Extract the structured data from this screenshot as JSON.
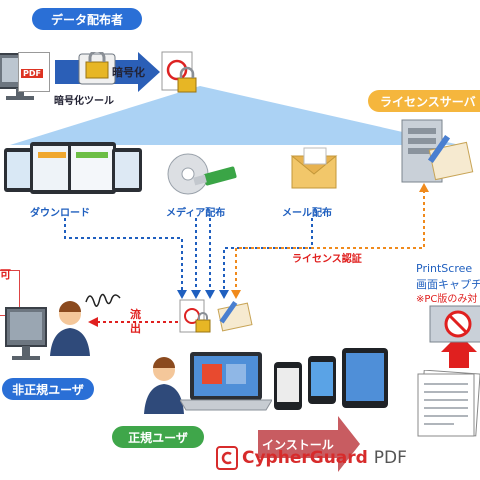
{
  "publisher": {
    "title": "データ配布者",
    "tool_label": "暗号化ツール",
    "encrypt_label": "暗号化",
    "pdf_badge": "PDF"
  },
  "license_server": {
    "title": "ライセンスサーバ"
  },
  "distribution": {
    "download": "ダウンロード",
    "media": "メディア配布",
    "mail": "メール配布"
  },
  "license_auth": "ライセンス認証",
  "leak": "流出",
  "unauthorized_user": {
    "title": "非正規ユーザ",
    "badge": "可"
  },
  "authorized_user": {
    "title": "正規ユーザ"
  },
  "install": "インストール",
  "brand": {
    "name": "CypherGuard",
    "suffix": "PDF"
  },
  "printscreen": {
    "line1": "PrintScree",
    "line2": "画面キャプチ",
    "line3": "※PC版のみ対"
  },
  "colors": {
    "blue": "#1f5fbf",
    "red": "#e0201f",
    "orange": "#f08a1c",
    "pill_blue": "#2a6fd6"
  }
}
